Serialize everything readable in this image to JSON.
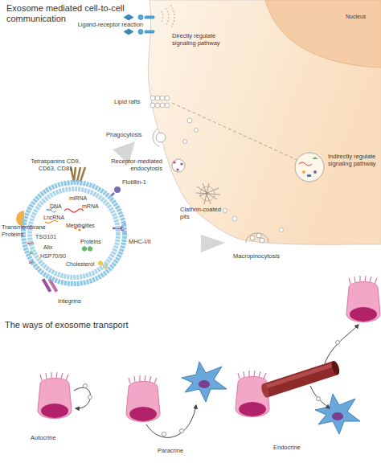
{
  "diagram": {
    "title": "Exosome mediated cell-to-cell communication",
    "nodes": [
      {
        "text": [
          "miRNA",
          "DNA",
          "mRNA",
          "LncRNA",
          "Metabolites",
          "TSG101",
          "Alix",
          "HSP70/90",
          "Proteins",
          "Cholesterol"
        ]
      },
      {
        "text": [
          "Nucleus"
        ]
      }
    ],
    "labels": [
      "Ligand-receptor reaction",
      "Directly regulate signaling pathway",
      "Lipid rafts",
      "Indirectly regulate signaling pathway",
      "Phagocytosis",
      "Receptor-mediated endocytosis",
      "Clathrin-coated pits",
      "Macropinocytosis",
      "Tetraspanins CD9, CD63, CD81",
      "Flotillin-1",
      "Transmembrane Proteins",
      "MHC-I/II",
      "Integrins",
      "The ways of exosome transport",
      "Autocrine",
      "Paracrine",
      "Endocrine"
    ]
  }
}
